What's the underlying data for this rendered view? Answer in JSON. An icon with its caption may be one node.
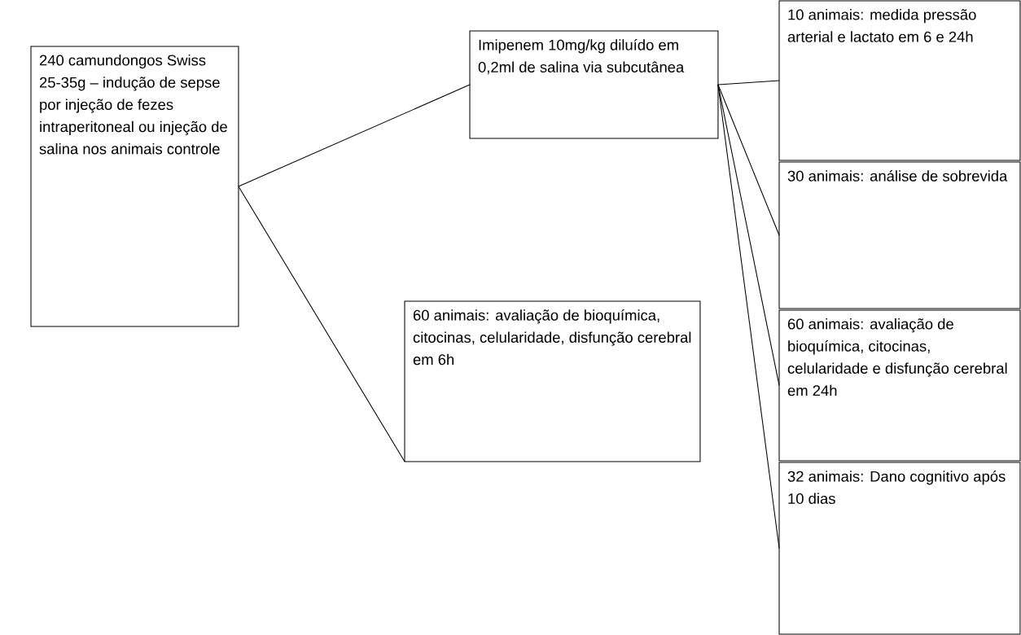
{
  "diagram": {
    "nodes": [
      {
        "text": [
          "240 camundongos Swiss 25-35g – indução de sepse por injeção de fezes intraperitoneal ou injeção de salina nos animais controle"
        ]
      },
      {
        "text": [
          "Imipenem 10mg/kg diluído em 0,2ml de salina via subcutânea"
        ]
      },
      {
        "text": [
          "60 animais: avaliação de bioquímica, citocinas, celularidade, disfunção cerebral em 6h"
        ]
      },
      {
        "text": [
          "10 animais: medida pressão arterial e lactato em 6 e 24h"
        ]
      },
      {
        "text": [
          "30 animais: análise de sobrevida"
        ]
      },
      {
        "text": [
          "60 animais: avaliação de bioquímica, citocinas, celularidade e disfunção cerebral em 24h"
        ]
      },
      {
        "text": [
          " 32 animais: Dano cognitivo após 10 dias"
        ]
      }
    ],
    "edges": [
      {
        "from": 0,
        "to": 1,
        "arrow": "none"
      },
      {
        "from": 0,
        "to": 2,
        "arrow": "none"
      },
      {
        "from": 1,
        "to": 3,
        "arrow": "none"
      },
      {
        "from": 1,
        "to": 4,
        "arrow": "none"
      },
      {
        "from": 1,
        "to": 5,
        "arrow": "none"
      },
      {
        "from": 1,
        "to": 6,
        "arrow": "none"
      }
    ]
  }
}
